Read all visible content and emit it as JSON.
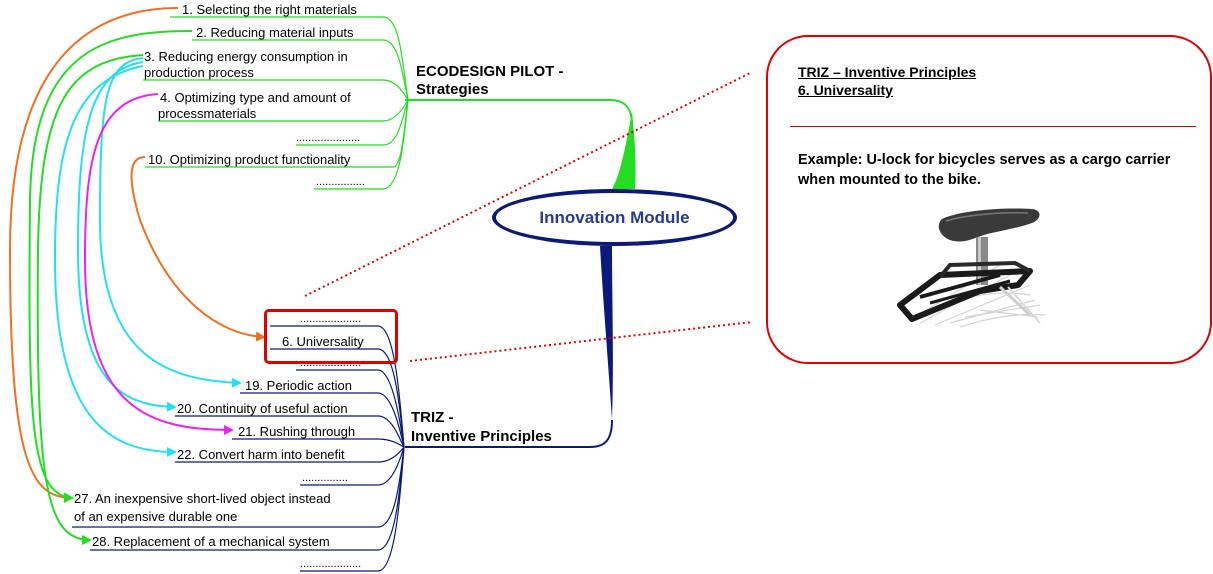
{
  "central": {
    "label": "Innovation Module"
  },
  "ecodesign": {
    "title_line1": "ECODESIGN PILOT -",
    "title_line2": "Strategies",
    "items": [
      {
        "text": "1. Selecting the right materials"
      },
      {
        "text": "2. Reducing material inputs"
      },
      {
        "text_line1": "3. Reducing energy consumption in",
        "text_line2": "production process"
      },
      {
        "text_line1": "4. Optimizing type and amount of",
        "text_line2": "processmaterials"
      },
      {
        "text": "....................."
      },
      {
        "text": "10. Optimizing product functionality"
      },
      {
        "text": "................"
      }
    ]
  },
  "triz": {
    "title_line1": "TRIZ -",
    "title_line2": "Inventive Principles",
    "items": [
      {
        "text": "...................."
      },
      {
        "text": "6. Universality"
      },
      {
        "text": "...................."
      },
      {
        "text": "19. Periodic action"
      },
      {
        "text": "20. Continuity of useful action"
      },
      {
        "text": "21. Rushing through"
      },
      {
        "text": "22. Convert harm into benefit"
      },
      {
        "text": "..............."
      },
      {
        "text_line1": "27. An inexpensive short-lived object instead",
        "text_line2": "of an expensive durable one"
      },
      {
        "text": "28. Replacement of a mechanical system"
      },
      {
        "text": "...................."
      }
    ]
  },
  "detail_card": {
    "title_line1": "TRIZ – Inventive Principles",
    "title_line2": "6. Universality",
    "example": "Example: U-lock for bicycles serves as a cargo carrier when mounted to the bike."
  },
  "colors": {
    "ecodesign_branch": "#22dd22",
    "triz_branch": "#0a1a7a",
    "orange_link": "#f07020",
    "green_link": "#22dd22",
    "cyan_link": "#22e0f0",
    "magenta_link": "#ee22ee",
    "highlight": "#e00000"
  }
}
